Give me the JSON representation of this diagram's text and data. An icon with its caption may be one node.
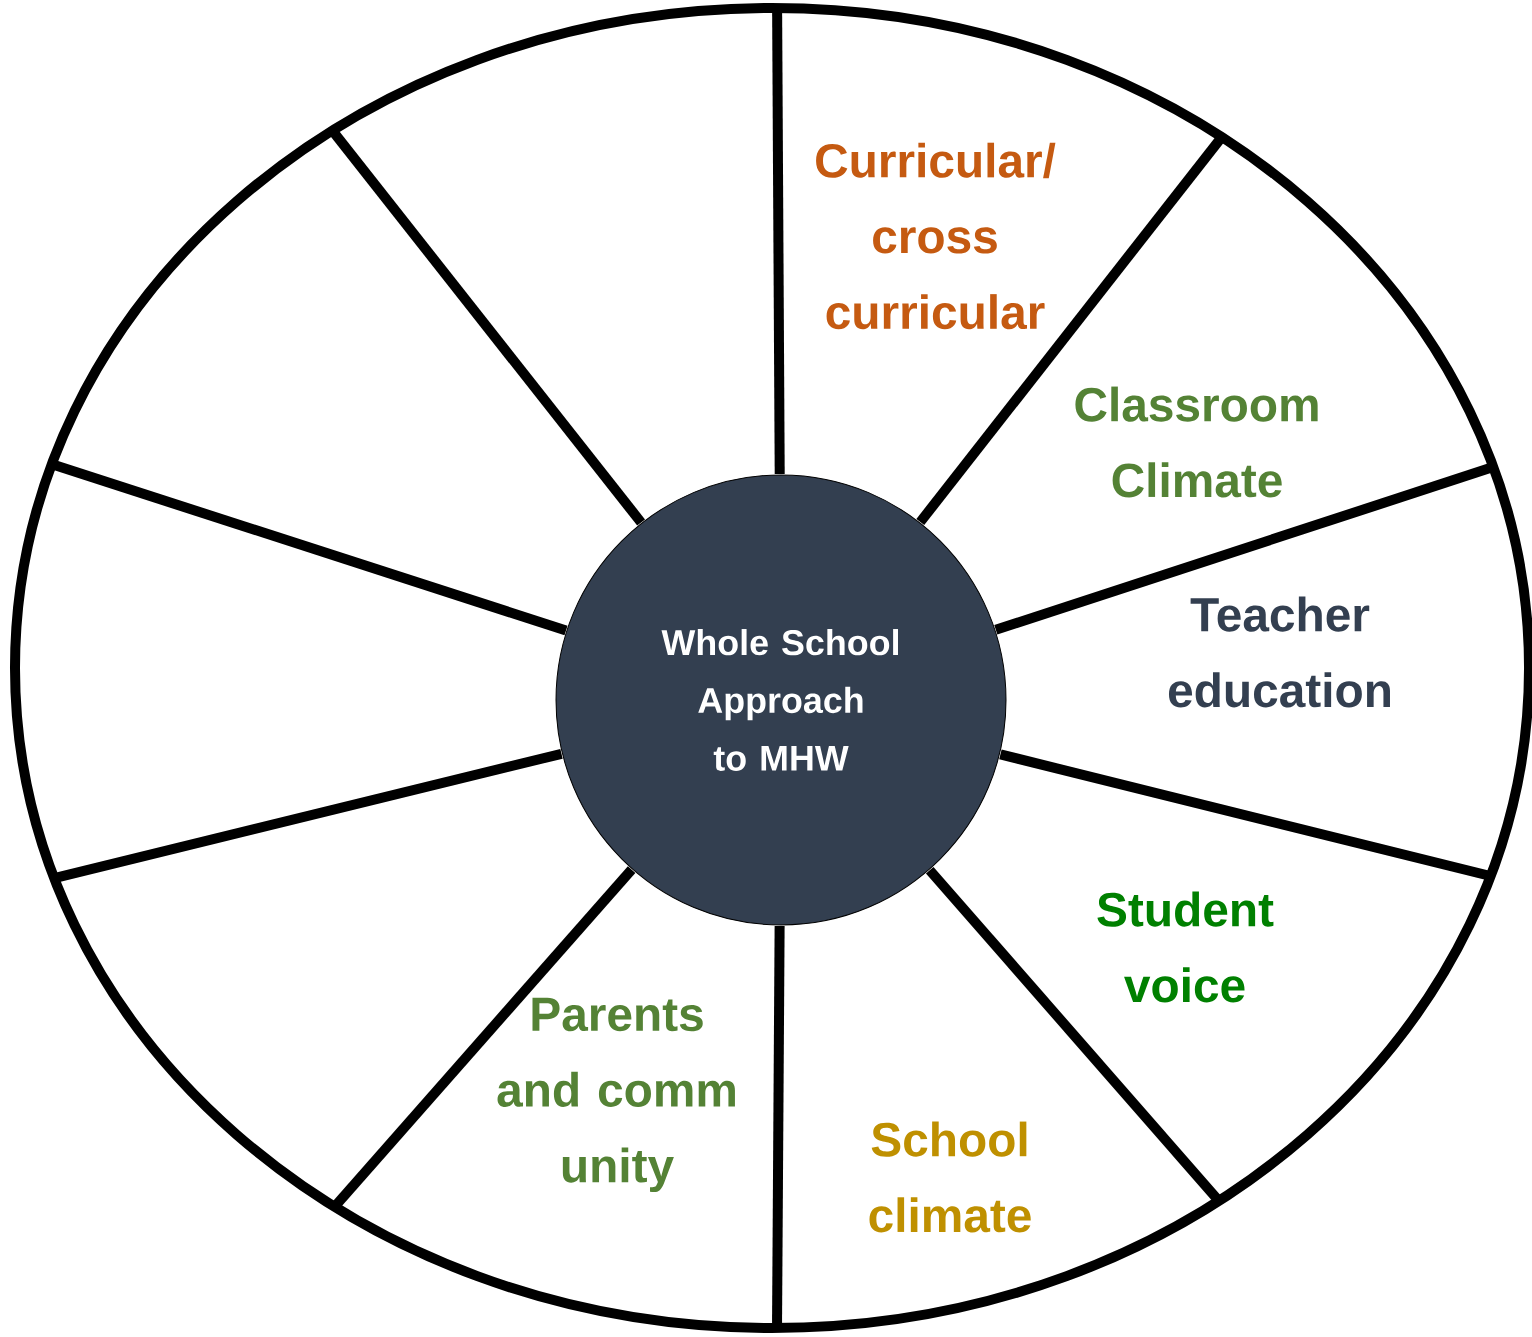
{
  "diagram": {
    "nodes": [
      {
        "text": [],
        "shape": "circle"
      },
      {
        "text": [
          "Whole School Approach to MHW"
        ],
        "in": 0
      },
      {
        "text": [
          "Curricular/ cross curricular"
        ],
        "in": 0
      },
      {
        "text": [
          "Classroom Climate"
        ],
        "in": 0
      },
      {
        "text": [
          "Teacher education"
        ],
        "in": 0
      },
      {
        "text": [
          "Student voice"
        ],
        "in": 0
      },
      {
        "text": [
          "School climate"
        ],
        "in": 0
      },
      {
        "text": [
          "Parents and comm unity"
        ],
        "in": 0
      }
    ]
  }
}
